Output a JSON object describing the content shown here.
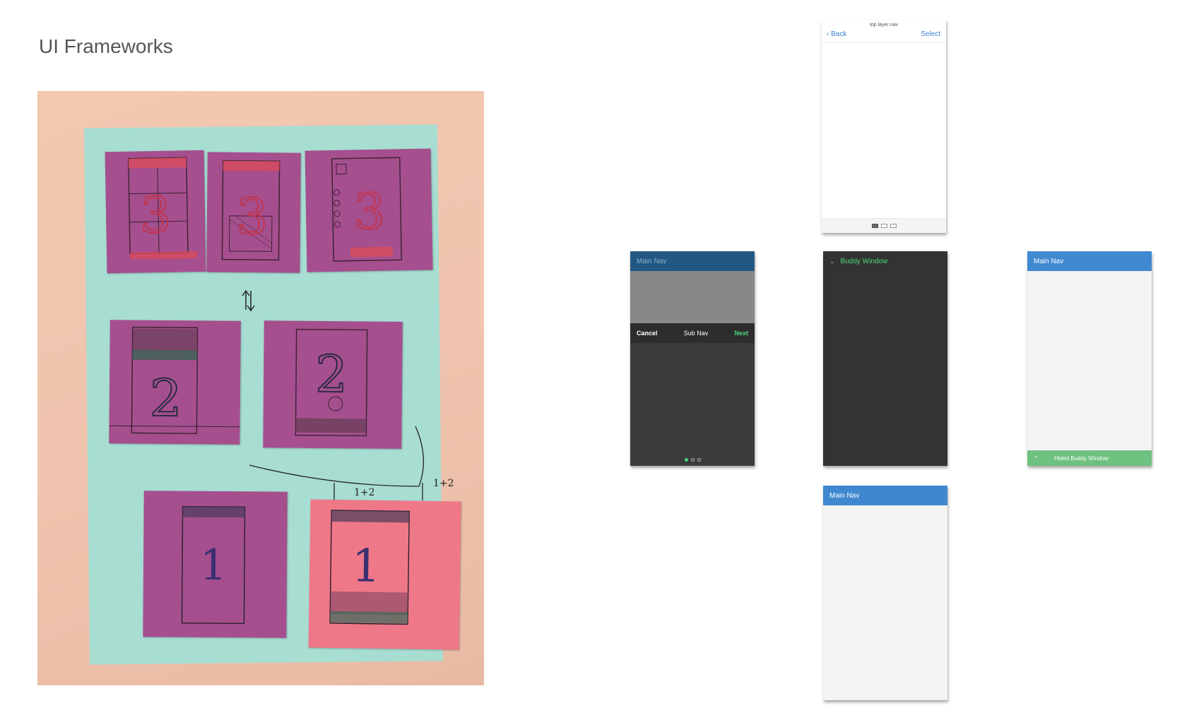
{
  "page": {
    "title": "UI Frameworks"
  },
  "sketch_photo": {
    "screen_numbers": [
      "3",
      "3",
      "3",
      "2",
      "2",
      "1",
      "1"
    ],
    "annotations": [
      "1+2",
      "1+2"
    ]
  },
  "screens": {
    "top_layer": {
      "caption": "top layer nav",
      "back_label": "Back",
      "select_label": "Select"
    },
    "sub_nav": {
      "main_nav": "Main Nav",
      "cancel_label": "Cancel",
      "sub_nav_label": "Sub Nav",
      "next_label": "Next"
    },
    "buddy": {
      "title": "Buddy Window"
    },
    "hided": {
      "main_nav": "Main Nav",
      "bottom_label": "Hided Buddy Window"
    },
    "main": {
      "main_nav": "Main Nav"
    }
  },
  "colors": {
    "main_nav_blue": "#4189d0",
    "dark_nav": "#225883",
    "accent_green": "#4cd97b",
    "buddy_bar_green": "#6ec27f",
    "dark_panel": "#333333"
  }
}
